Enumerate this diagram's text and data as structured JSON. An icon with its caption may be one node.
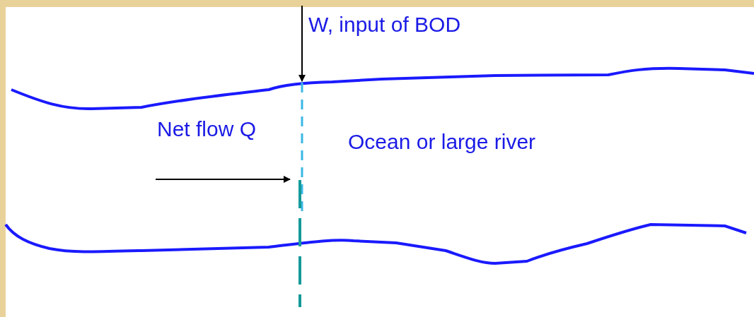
{
  "diagram": {
    "labels": [
      "W, input of BOD",
      "Net flow Q",
      "Ocean or large river"
    ]
  }
}
